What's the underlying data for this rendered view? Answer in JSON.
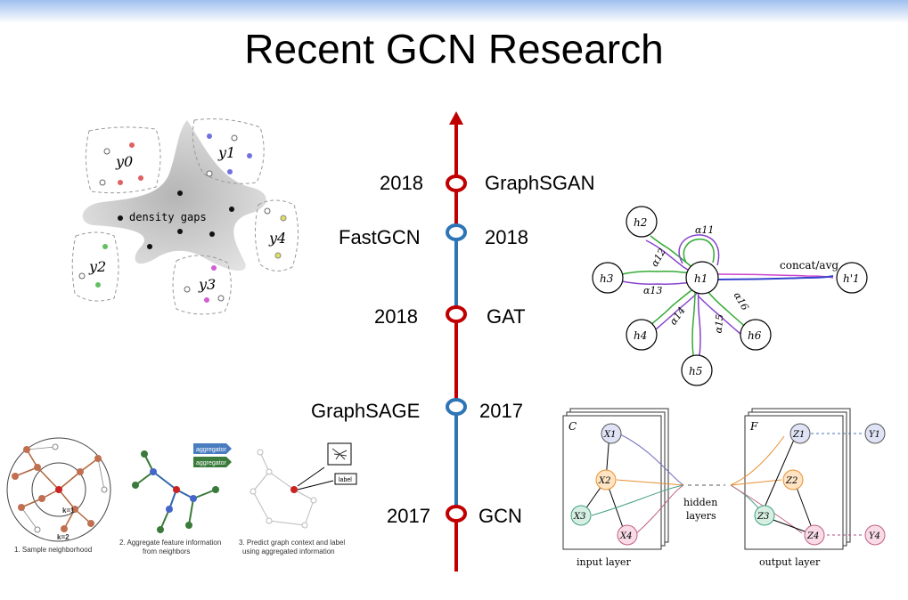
{
  "title": "Recent GCN Research",
  "timeline": [
    {
      "year": "2018",
      "model": "GraphSGAN"
    },
    {
      "year": "2018",
      "model": "FastGCN"
    },
    {
      "year": "2018",
      "model": "GAT"
    },
    {
      "year": "2017",
      "model": "GraphSAGE"
    },
    {
      "year": "2017",
      "model": "GCN"
    }
  ],
  "colors": {
    "timeline_red": "#c00000",
    "timeline_blue": "#2e75b6"
  },
  "graphsgan": {
    "gap_label": "density gaps",
    "clusters": [
      "y0",
      "y1",
      "y2",
      "y3",
      "y4"
    ]
  },
  "gat": {
    "concat_label": "concat/avg",
    "center": "h1",
    "neighbors": [
      "h2",
      "h3",
      "h4",
      "h5",
      "h6"
    ],
    "output": "h'1",
    "coefficients": [
      "α11",
      "α12",
      "α13",
      "α14",
      "α15",
      "α16"
    ]
  },
  "graphsage": {
    "aggregator_label": "aggregator",
    "label_box": "label",
    "k1": "k=1",
    "k2": "k=2",
    "step1": "1. Sample neighborhood",
    "step2_line1": "2. Aggregate feature information",
    "step2_line2": "from neighbors",
    "step3_line1": "3. Predict graph context and label",
    "step3_line2": "using aggregated information"
  },
  "gcn": {
    "input_c": "C",
    "output_f": "F",
    "inputs": [
      "X1",
      "X2",
      "X3",
      "X4"
    ],
    "outputs": [
      "Z1",
      "Z2",
      "Z3",
      "Z4"
    ],
    "labels": [
      "Y1",
      "Y4"
    ],
    "hidden_line1": "hidden",
    "hidden_line2": "layers",
    "input_layer": "input layer",
    "output_layer": "output layer"
  }
}
